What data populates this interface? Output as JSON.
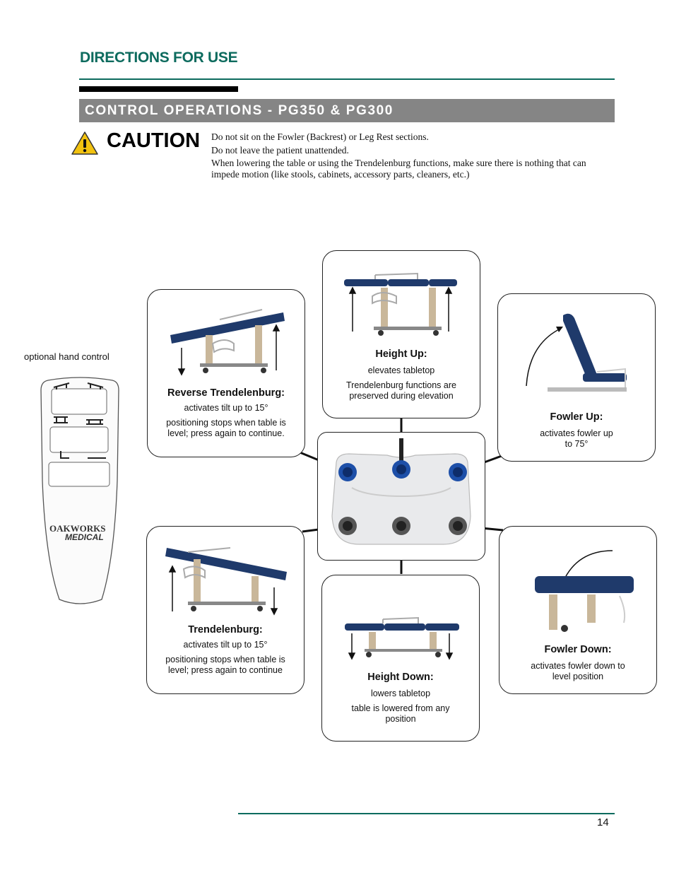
{
  "header": {
    "section_title": "DIRECTIONS FOR USE",
    "banner": "CONTROL OPERATIONS - PG350 & PG300"
  },
  "caution": {
    "title": "CAUTION",
    "lines": [
      "Do not sit on the Fowler (Backrest) or Leg Rest sections.",
      "Do not leave the patient unattended.",
      "When lowering the table or using the Trendelenburg functions, make sure there is nothing that can impede motion (like stools, cabinets, accessory parts, cleaners, etc.)"
    ]
  },
  "hand_control": {
    "label": "optional hand control",
    "brand_top": "OAKWORKS",
    "brand_bottom": "MEDICAL"
  },
  "functions": {
    "height_up": {
      "title": "Height Up:",
      "desc1": "elevates tabletop",
      "desc2": "Trendelenburg functions are preserved during elevation"
    },
    "reverse_trend": {
      "title": "Reverse Trendelenburg:",
      "desc1": "activates tilt up to 15°",
      "desc2": "positioning stops when table is level; press again to continue."
    },
    "fowler_up": {
      "title": "Fowler Up:",
      "desc1": "activates fowler up to 75°"
    },
    "trend": {
      "title": "Trendelenburg:",
      "desc1": "activates tilt up to 15°",
      "desc2": "positioning stops when table is level; press again to continue"
    },
    "height_down": {
      "title": "Height Down:",
      "desc1": "lowers tabletop",
      "desc2": "table is lowered from any position"
    },
    "fowler_down": {
      "title": "Fowler Down:",
      "desc1": "activates fowler down to level position"
    }
  },
  "colors": {
    "accent_green": "#0d6b5e",
    "banner_gray": "#858585",
    "table_navy": "#1f3a6b",
    "button_blue": "#1d4fa8"
  },
  "footer": {
    "page_number": "14"
  }
}
